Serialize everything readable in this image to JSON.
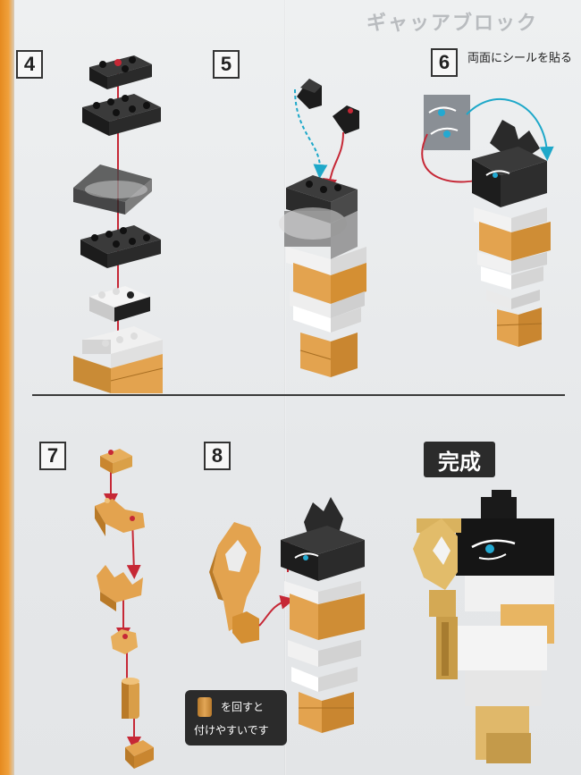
{
  "header": {
    "faint_title": "ギャッアブロック"
  },
  "steps": {
    "s4": "4",
    "s5": "5",
    "s6": "6",
    "s7": "7",
    "s8": "8"
  },
  "step6_note": "両面にシールを貼る",
  "completed_label": "完成",
  "tip": {
    "line1": "を回すと",
    "line2": "付けやすいです"
  },
  "colors": {
    "orange_accent": "#e58a1f",
    "black_brick": "#222222",
    "white_brick": "#e8eaec",
    "orange_brick": "#e3a34f",
    "gold_brick": "#d6ac5a",
    "arrow_red": "#c62836",
    "arrow_cyan": "#1ea8c9"
  }
}
